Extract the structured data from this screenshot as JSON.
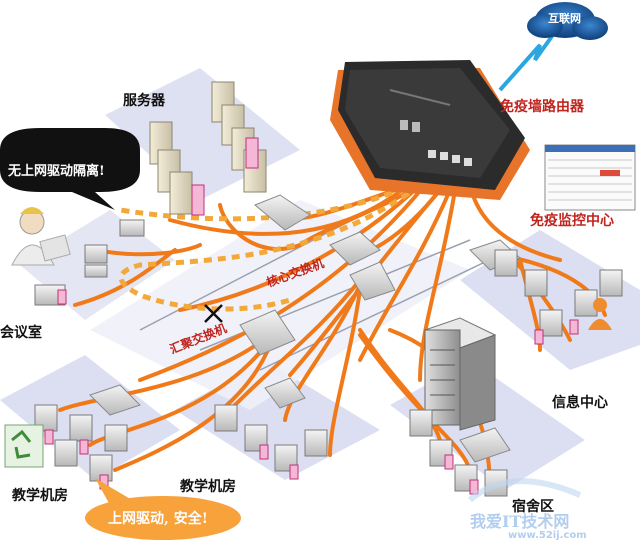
{
  "labels": {
    "internet": "互联网",
    "router": "免疫墙路由器",
    "monitor": "免疫监控中心",
    "servers": "服务器",
    "core_switch": "核心交换机",
    "agg_switch": "汇聚交换机",
    "meeting_room": "会议室",
    "info_center": "信息中心",
    "lab_left": "教学机房",
    "lab_center": "教学机房",
    "dorm": "宿舍区",
    "bubble_top": "无上网驱动隔离!",
    "bubble_bottom": "上网驱动, 安全!",
    "watermark_site": "我爱IT技术网",
    "watermark_url": "www.52ij.com"
  },
  "colors": {
    "link": "#f07a1a",
    "link_dashed": "#f2a83a",
    "zone": "#d8dcf0",
    "router_body": "#2b2b2b",
    "router_base": "#e8742a",
    "cloud": "#1e5fa8",
    "bolt": "#2aa6e0",
    "label_red": "#c0251f"
  }
}
